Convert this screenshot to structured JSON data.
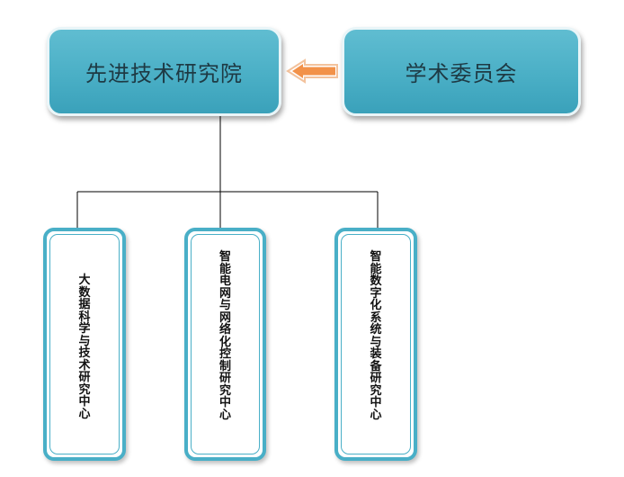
{
  "organization_chart": {
    "root": {
      "label": "先进技术研究院"
    },
    "advisory": {
      "label": "学术委员会"
    },
    "centers": [
      {
        "label": "大数据科学与技术研究中心"
      },
      {
        "label": "智能电网与网络化控制研究中心"
      },
      {
        "label": "智能数字化系统与装备研究中心"
      }
    ]
  },
  "colors": {
    "box_fill": "#4aafc6",
    "box_text": "#1e3a44",
    "center_border": "#49afc7",
    "arrow": "#f2924a",
    "connector_line": "#000000"
  }
}
